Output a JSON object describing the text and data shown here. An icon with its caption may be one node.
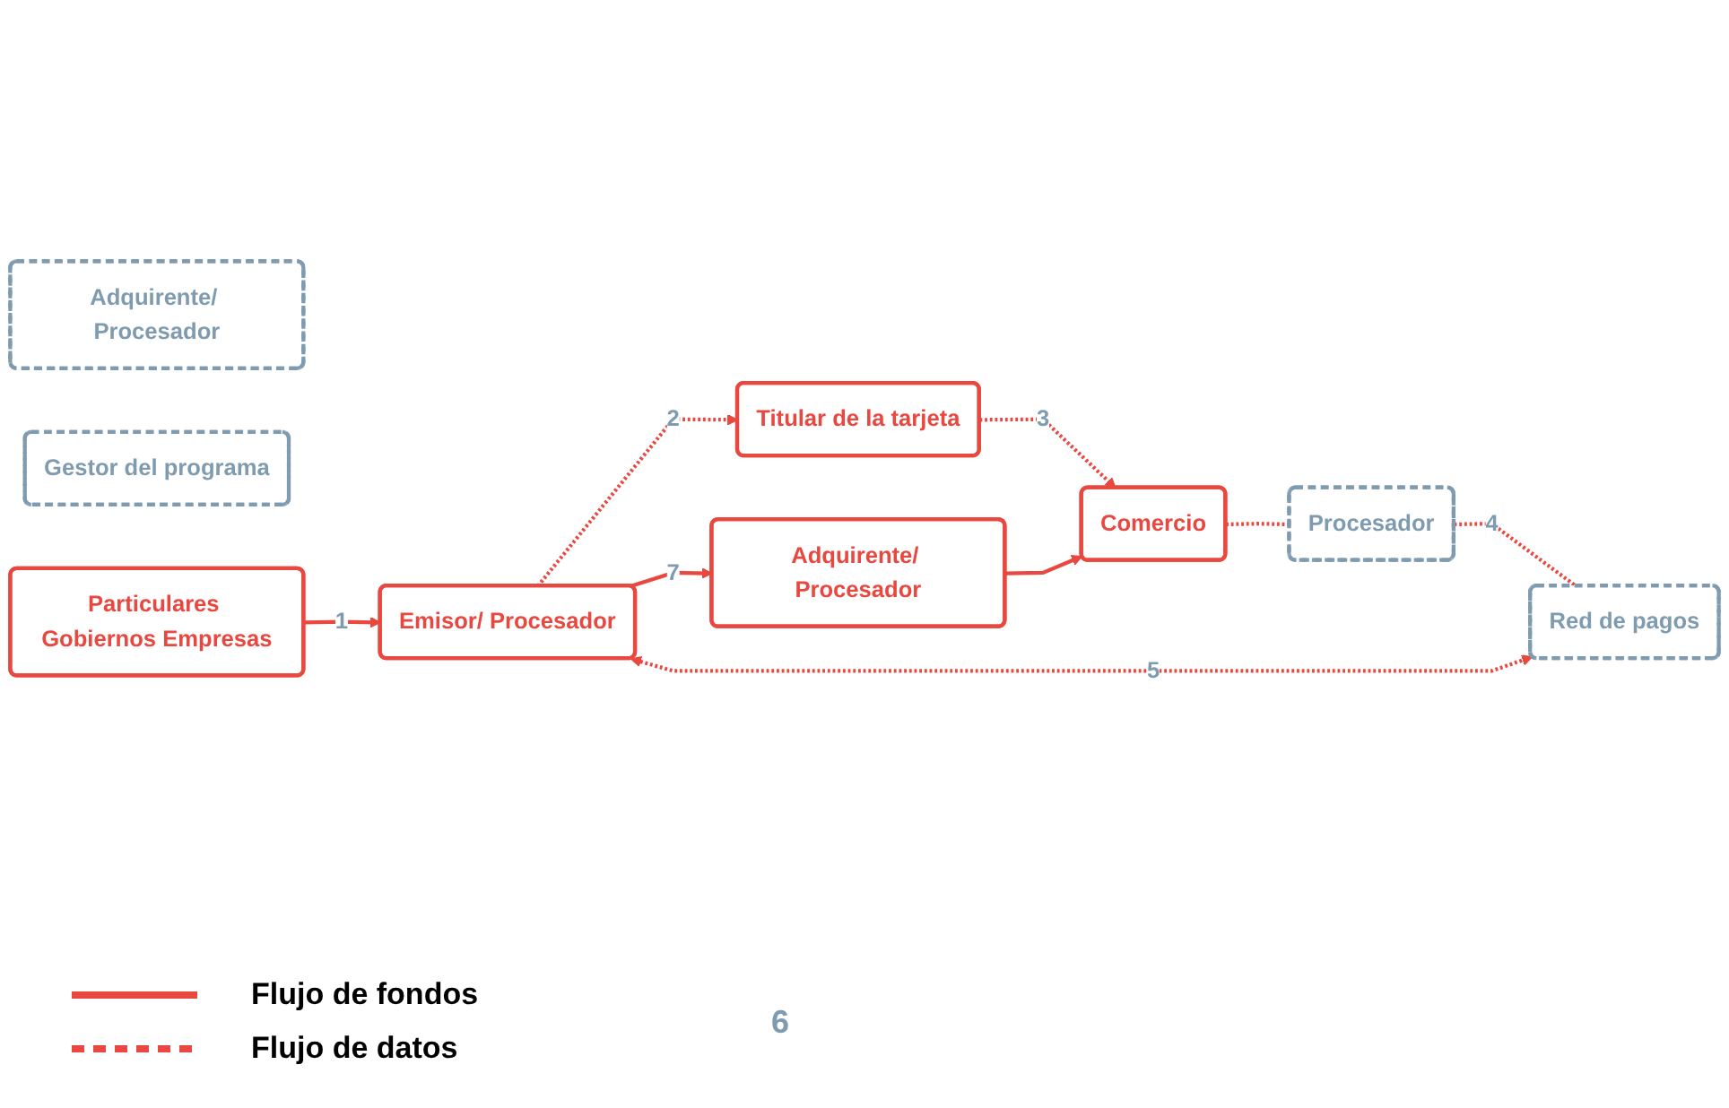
{
  "diagram": {
    "nodes": [
      {
        "text": [
          "Adquirente/ Procesador"
        ]
      },
      {
        "text": [
          "Adquirente/ Procesador"
        ]
      },
      {
        "text": [
          "Gestor del programa"
        ]
      },
      {
        "text": [
          "Particulares Gobiernos Empresas"
        ]
      },
      {
        "text": [
          "Emisor/ Procesador"
        ]
      },
      {
        "text": [
          "Titular de la tarjeta"
        ]
      },
      {
        "text": [
          "Comercio"
        ]
      },
      {
        "text": [
          "Procesador"
        ]
      },
      {
        "text": [
          "Red de pagos"
        ]
      }
    ],
    "edges": [
      {
        "from": 3,
        "to": 4,
        "arrow": "to",
        "label": "1"
      },
      {
        "from": 4,
        "to": 5,
        "arrow": "to",
        "label": "2",
        "style": "dashed"
      },
      {
        "from": 5,
        "to": 6,
        "arrow": "to",
        "label": "3",
        "style": "dashed"
      },
      {
        "from": 4,
        "to": 1,
        "arrow": "to",
        "label": "7"
      },
      {
        "from": 1,
        "to": 6,
        "arrow": "to"
      },
      {
        "from": 6,
        "to": 7,
        "arrow": "none",
        "style": "dashed"
      },
      {
        "from": 7,
        "to": 8,
        "arrow": "none",
        "label": "4",
        "style": "dashed"
      },
      {
        "from": 4,
        "to": 8,
        "arrow": "both",
        "label": "5",
        "style": "dashed"
      }
    ],
    "labels": [
      "6"
    ],
    "legend": [
      {
        "text": "Flujo de fondos"
      },
      {
        "text": "Flujo de datos"
      }
    ]
  }
}
